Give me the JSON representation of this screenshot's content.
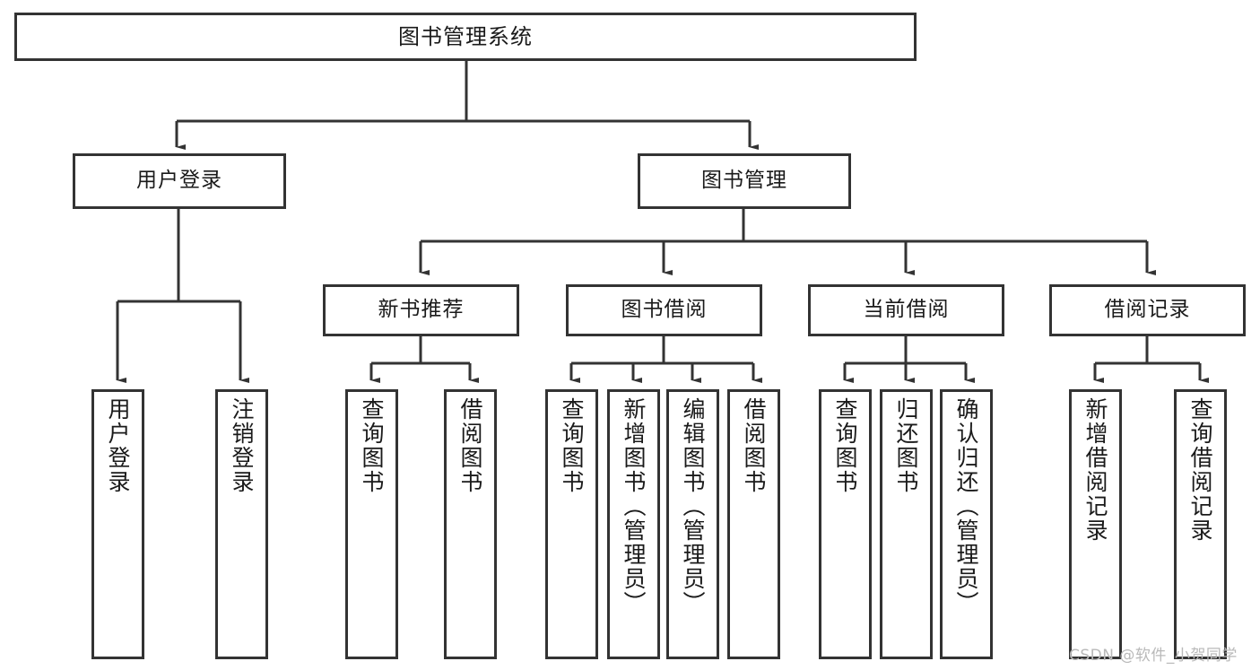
{
  "diagram": {
    "title": "图书管理系统",
    "type": "hierarchy-tree",
    "watermark": "CSDN @软件_小贺同学",
    "colors": {
      "background": "#ffffff",
      "box_border": "#333333",
      "box_fill": "#ffffff",
      "connector": "#333333",
      "text": "#1a1a1a",
      "watermark": "#b9b9b9"
    },
    "root": {
      "label": "图书管理系统"
    },
    "level1": [
      {
        "label": "用户登录"
      },
      {
        "label": "图书管理"
      }
    ],
    "level2": [
      {
        "label": "新书推荐"
      },
      {
        "label": "图书借阅"
      },
      {
        "label": "当前借阅"
      },
      {
        "label": "借阅记录"
      }
    ],
    "leaves": {
      "user_login": [
        {
          "label": "用户登录"
        },
        {
          "label": "注销登录"
        }
      ],
      "new_book_recommend": [
        {
          "label": "查询图书"
        },
        {
          "label": "借阅图书"
        }
      ],
      "book_borrow": [
        {
          "label": "查询图书"
        },
        {
          "label": "新增图书（管理员）"
        },
        {
          "label": "编辑图书（管理员）"
        },
        {
          "label": "借阅图书"
        }
      ],
      "current_borrow": [
        {
          "label": "查询图书"
        },
        {
          "label": "归还图书"
        },
        {
          "label": "确认归还（管理员）"
        }
      ],
      "borrow_records": [
        {
          "label": "新增借阅记录"
        },
        {
          "label": "查询借阅记录"
        }
      ]
    }
  }
}
